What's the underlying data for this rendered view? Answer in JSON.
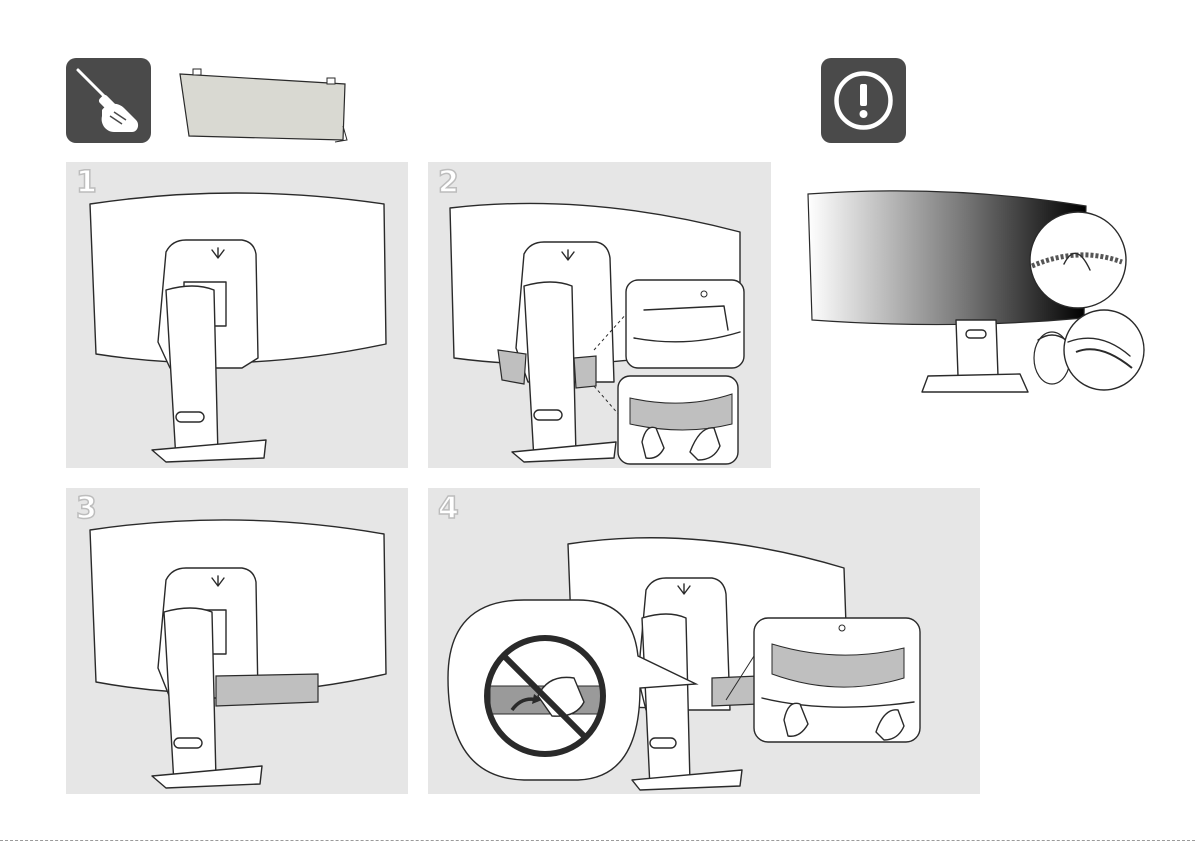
{
  "icons": {
    "tool": "screwdriver-hand-icon",
    "part": "cable-cover-part",
    "caution": "exclamation-caution-icon"
  },
  "steps": [
    {
      "number": "1"
    },
    {
      "number": "2"
    },
    {
      "number": "3"
    },
    {
      "number": "4"
    }
  ],
  "colors": {
    "icon_bg": "#4a4a4a",
    "panel_bg": "#e6e6e6",
    "cover_gray": "#bfbfbf",
    "line": "#2a2a2a"
  }
}
